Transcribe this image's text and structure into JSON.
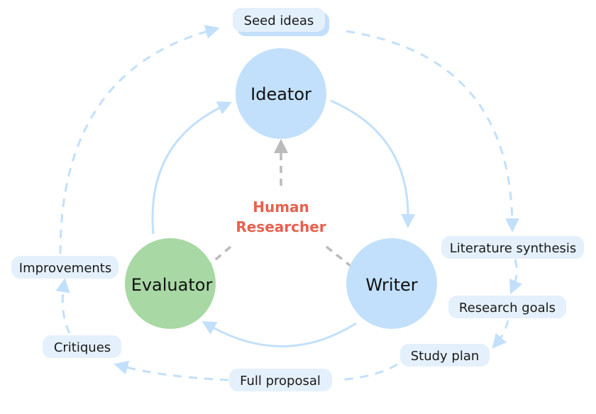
{
  "nodes": {
    "ideator": {
      "label": "Ideator",
      "color": "#c2e0fb"
    },
    "writer": {
      "label": "Writer",
      "color": "#c2e0fb"
    },
    "evaluator": {
      "label": "Evaluator",
      "color": "#a8d8a4"
    }
  },
  "center": {
    "line1": "Human",
    "line2": "Researcher",
    "color": "#e8604f"
  },
  "artifacts": {
    "seed_ideas": "Seed ideas",
    "literature_synthesis": "Literature synthesis",
    "research_goals": "Research goals",
    "study_plan": "Study plan",
    "full_proposal": "Full proposal",
    "critiques": "Critiques",
    "improvements": "Improvements"
  },
  "colors": {
    "arrow_blue": "#c2e0fb",
    "arrow_gray": "#bbbbbb",
    "pill_fill": "#e4f0fb"
  }
}
